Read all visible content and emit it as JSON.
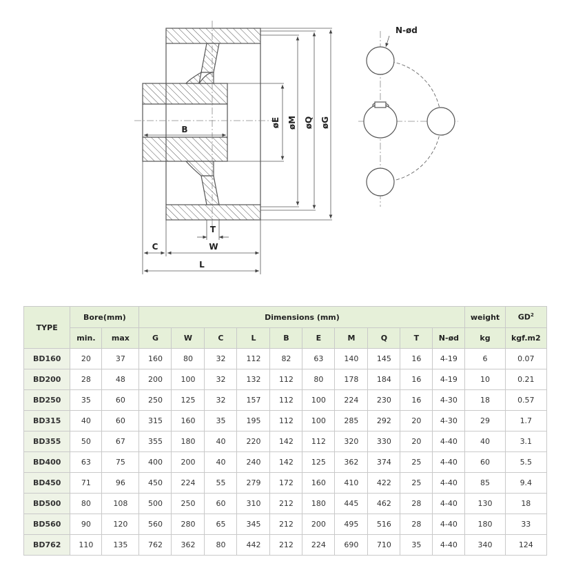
{
  "drawing": {
    "labels": {
      "E": "øE",
      "M": "øM",
      "Q": "øQ",
      "G": "øG",
      "B": "B",
      "T": "T",
      "C": "C",
      "W": "W",
      "L": "L",
      "N": "N-ød"
    }
  },
  "table": {
    "header_type": "TYPE",
    "group_bore": "Bore(mm)",
    "group_dimensions": "Dimensions (mm)",
    "group_weight": "weight",
    "group_gd": "GD",
    "group_gd_sup": "2",
    "sub_headers": [
      "min.",
      "max",
      "G",
      "W",
      "C",
      "L",
      "B",
      "E",
      "M",
      "Q",
      "T",
      "N-ød",
      "kg",
      "kgf.m2"
    ],
    "rows": [
      [
        "BD160",
        "20",
        "37",
        "160",
        "80",
        "32",
        "112",
        "82",
        "63",
        "140",
        "145",
        "16",
        "4-19",
        "6",
        "0.07"
      ],
      [
        "BD200",
        "28",
        "48",
        "200",
        "100",
        "32",
        "132",
        "112",
        "80",
        "178",
        "184",
        "16",
        "4-19",
        "10",
        "0.21"
      ],
      [
        "BD250",
        "35",
        "60",
        "250",
        "125",
        "32",
        "157",
        "112",
        "100",
        "224",
        "230",
        "16",
        "4-30",
        "18",
        "0.57"
      ],
      [
        "BD315",
        "40",
        "60",
        "315",
        "160",
        "35",
        "195",
        "112",
        "100",
        "285",
        "292",
        "20",
        "4-30",
        "29",
        "1.7"
      ],
      [
        "BD355",
        "50",
        "67",
        "355",
        "180",
        "40",
        "220",
        "142",
        "112",
        "320",
        "330",
        "20",
        "4-40",
        "40",
        "3.1"
      ],
      [
        "BD400",
        "63",
        "75",
        "400",
        "200",
        "40",
        "240",
        "142",
        "125",
        "362",
        "374",
        "25",
        "4-40",
        "60",
        "5.5"
      ],
      [
        "BD450",
        "71",
        "96",
        "450",
        "224",
        "55",
        "279",
        "172",
        "160",
        "410",
        "422",
        "25",
        "4-40",
        "85",
        "9.4"
      ],
      [
        "BD500",
        "80",
        "108",
        "500",
        "250",
        "60",
        "310",
        "212",
        "180",
        "445",
        "462",
        "28",
        "4-40",
        "130",
        "18"
      ],
      [
        "BD560",
        "90",
        "120",
        "560",
        "280",
        "65",
        "345",
        "212",
        "200",
        "495",
        "516",
        "28",
        "4-40",
        "180",
        "33"
      ],
      [
        "BD762",
        "110",
        "135",
        "762",
        "362",
        "80",
        "442",
        "212",
        "224",
        "690",
        "710",
        "35",
        "4-40",
        "340",
        "124"
      ]
    ]
  }
}
